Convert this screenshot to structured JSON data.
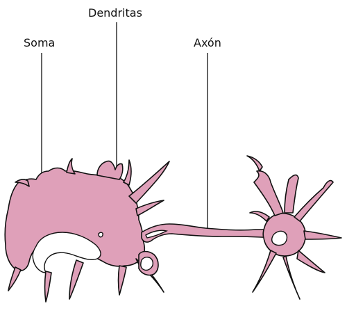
{
  "diagram": {
    "labels": {
      "dendrites": "Dendritas",
      "soma": "Soma",
      "axon": "Axón"
    },
    "colors": {
      "cell_fill": "#dfa0b9",
      "outline": "#111111",
      "background": "#ffffff"
    }
  }
}
